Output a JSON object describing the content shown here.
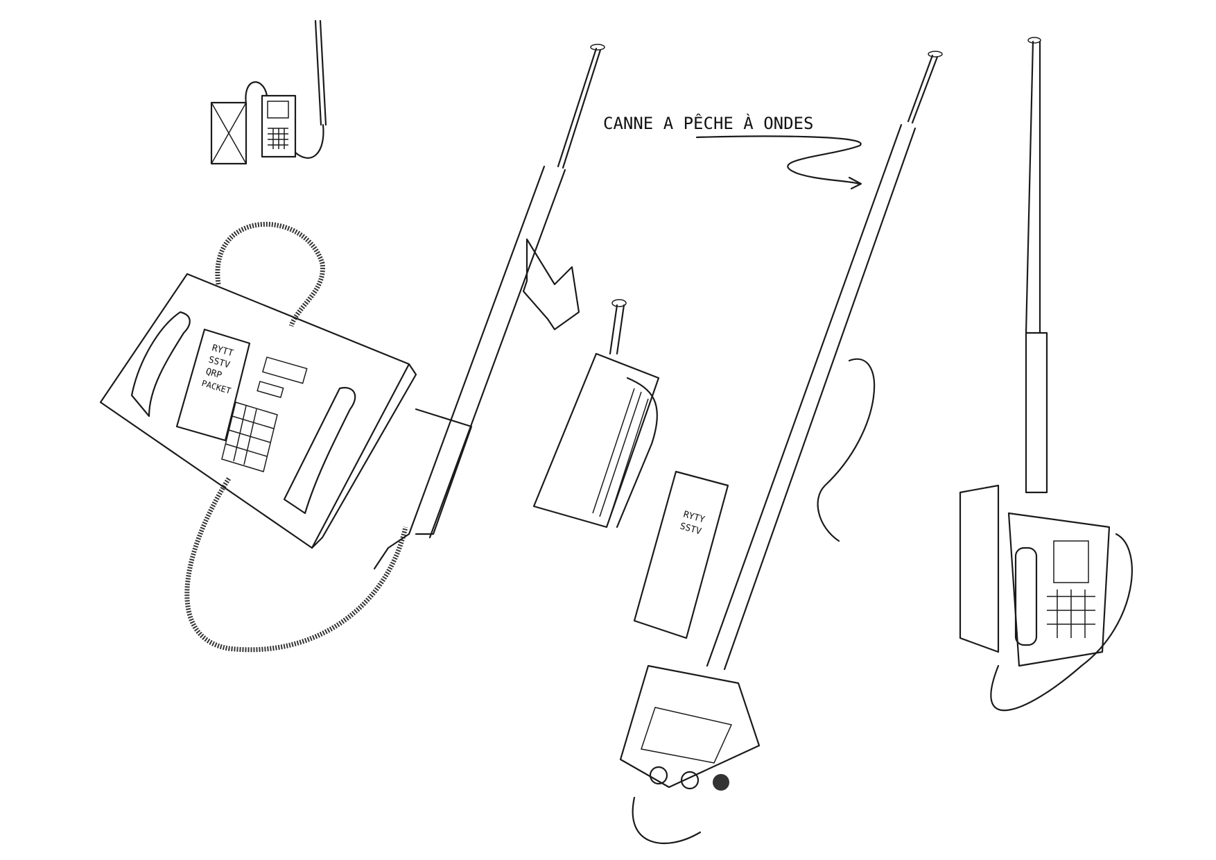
{
  "annotation": {
    "text": "CANNE A PÊCHE À ONDES"
  },
  "device_screen_1": {
    "lines": [
      "RYTT",
      "SSTV",
      "QRP",
      "PACKET"
    ]
  },
  "device_screen_2": {
    "lines": [
      "RYTY",
      "SSTV"
    ]
  },
  "colors": {
    "ink": "#1a1a1a",
    "paper": "#ffffff"
  }
}
